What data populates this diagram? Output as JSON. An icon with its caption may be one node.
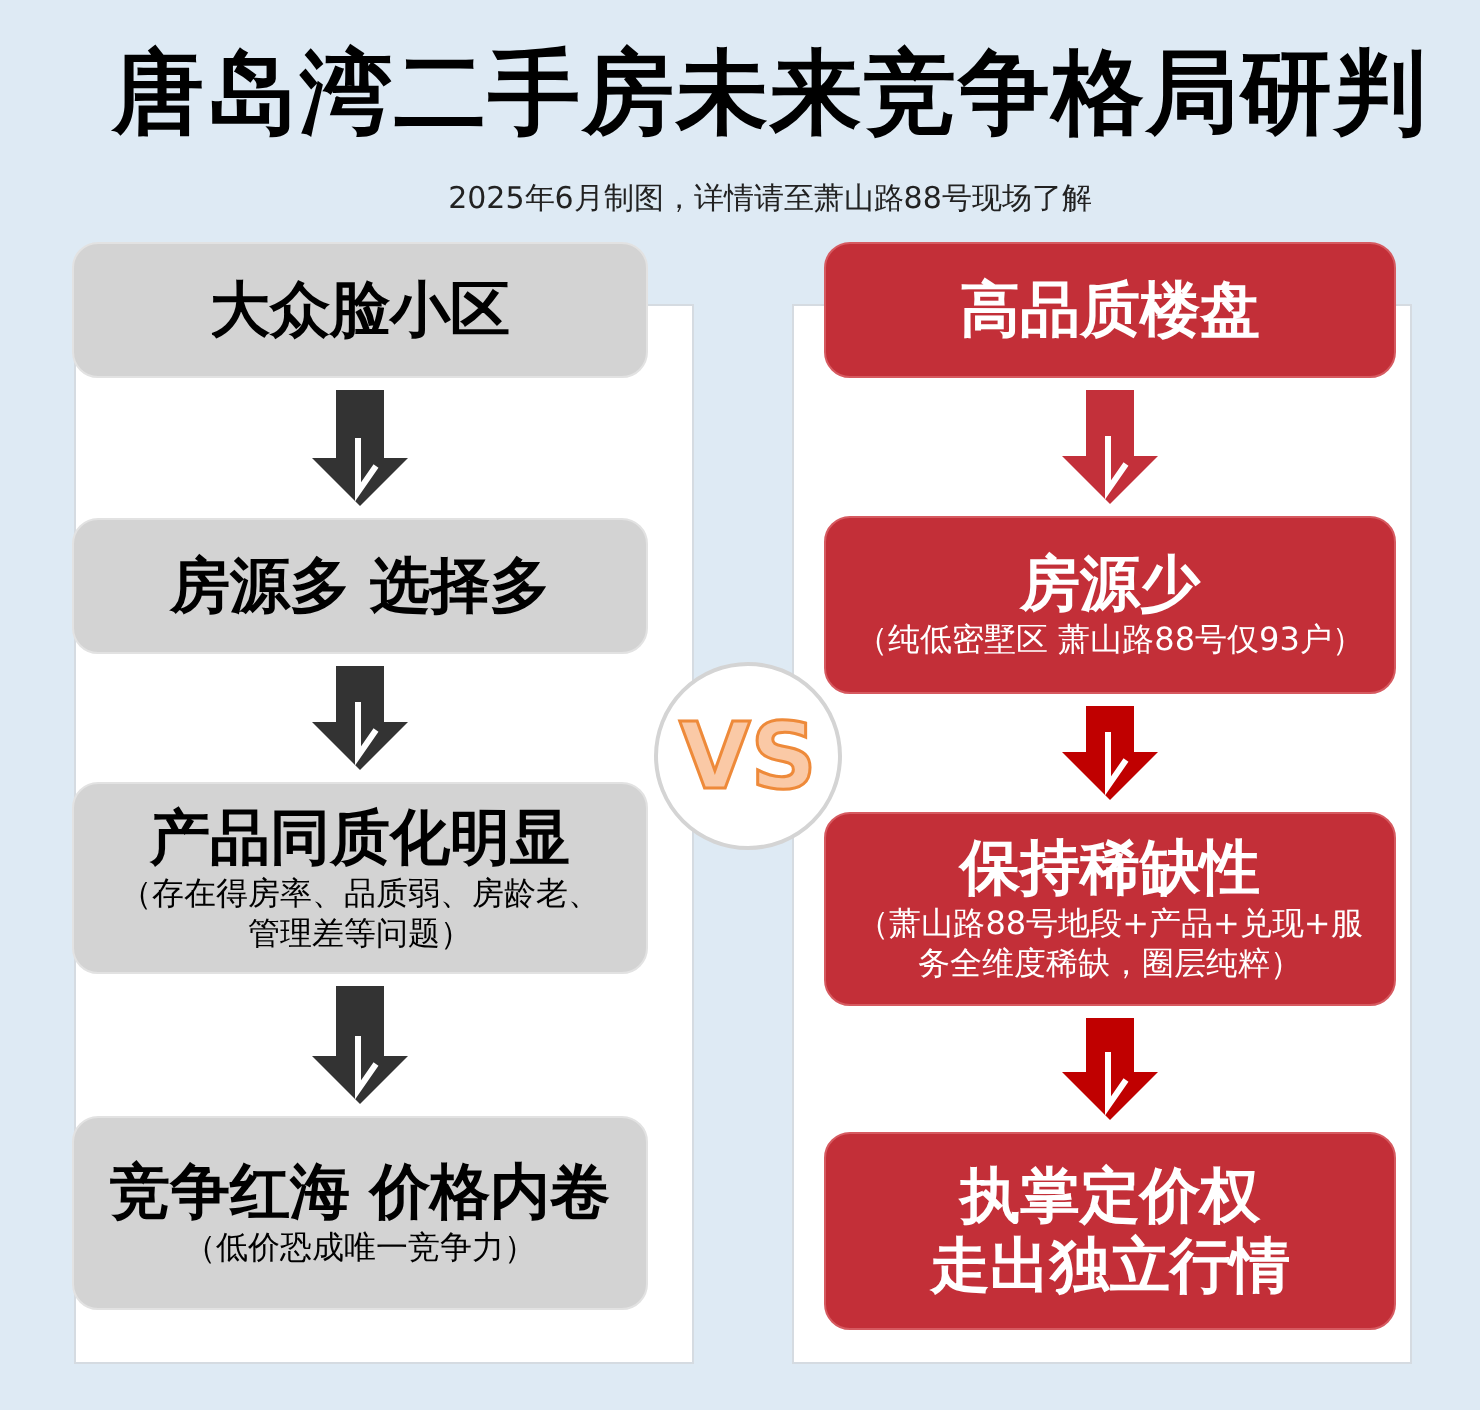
{
  "diagram": {
    "title": "唐岛湾二手房未来竞争格局研判",
    "nodes": [
      {
        "text": [
          "大众脸小区"
        ]
      },
      {
        "text": [
          "房源多 选择多"
        ]
      },
      {
        "text": [
          "产品同质化明显",
          "（存在得房率、品质弱、房龄老、管理差等问题）"
        ]
      },
      {
        "text": [
          "竞争红海 价格内卷",
          "（低价恐成唯一竞争力）"
        ]
      },
      {
        "text": [
          "高品质楼盘"
        ]
      },
      {
        "text": [
          "房源少",
          "（纯低密墅区 萧山路88号仅93户）"
        ]
      },
      {
        "text": [
          "保持稀缺性",
          "（萧山路88号地段+产品+兑现+服务全维度稀缺，圈层纯粹）"
        ]
      },
      {
        "text": [
          "执掌定价权",
          "走出独立行情"
        ]
      },
      {
        "text": [
          "VS"
        ]
      }
    ],
    "edges": [
      {
        "from": 0,
        "to": 1,
        "arrow": "to"
      },
      {
        "from": 1,
        "to": 2,
        "arrow": "to"
      },
      {
        "from": 2,
        "to": 3,
        "arrow": "to"
      },
      {
        "from": 4,
        "to": 5,
        "arrow": "to",
        "color": "#c3303a"
      },
      {
        "from": 5,
        "to": 6,
        "arrow": "to",
        "color": "#c00000"
      },
      {
        "from": 6,
        "to": 7,
        "arrow": "to",
        "color": "#c00000"
      }
    ],
    "labels": [
      "2025年6月制图，详情请至萧山路88号现场了解"
    ]
  }
}
